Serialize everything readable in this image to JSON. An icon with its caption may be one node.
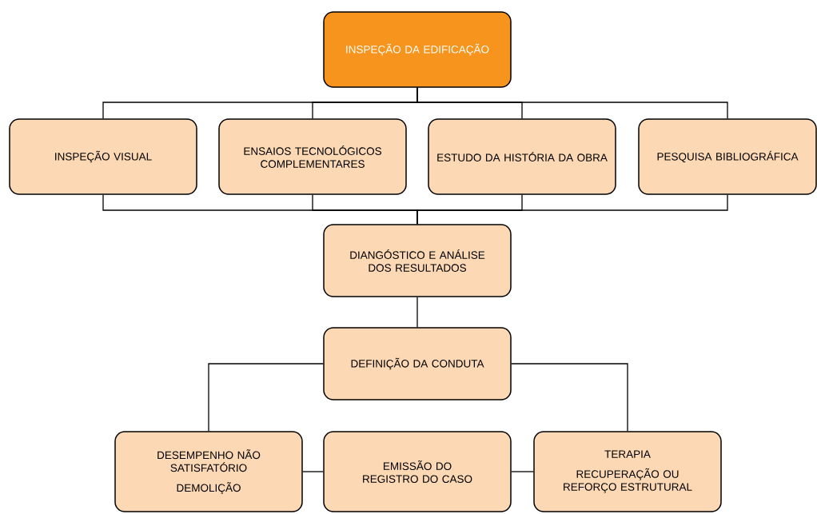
{
  "diagram": {
    "nodes": [
      {
        "text": [
          "INSPEÇÃO DA EDIFICAÇÃO"
        ]
      },
      {
        "text": [
          "INSPEÇÃO VISUAL"
        ]
      },
      {
        "text": [
          "ENSAIOS TECNOLÓGICOS COMPLEMENTARES"
        ]
      },
      {
        "text": [
          "ESTUDO DA HISTÓRIA DA OBRA"
        ]
      },
      {
        "text": [
          "PESQUISA BIBLIOGRÁFICA"
        ]
      },
      {
        "text": [
          "DIANGÓSTICO E ANÁLISE DOS RESULTADOS"
        ]
      },
      {
        "text": [
          "DEFINIÇÃO DA CONDUTA"
        ]
      },
      {
        "text": [
          "DESEMPENHO NÃO SATISFATÓRIO",
          "DEMOLIÇÃO"
        ]
      },
      {
        "text": [
          "EMISSÃO DO REGISTRO DO CASO"
        ]
      },
      {
        "text": [
          "TERAPIA",
          "RECUPERAÇÃO OU REFORÇO ESTRUTURAL"
        ]
      }
    ],
    "edges": [
      {
        "from": 0,
        "to": 1,
        "arrow": "none"
      },
      {
        "from": 0,
        "to": 2,
        "arrow": "none"
      },
      {
        "from": 0,
        "to": 3,
        "arrow": "none"
      },
      {
        "from": 0,
        "to": 4,
        "arrow": "none"
      },
      {
        "from": 1,
        "to": 5,
        "arrow": "none"
      },
      {
        "from": 2,
        "to": 5,
        "arrow": "none"
      },
      {
        "from": 3,
        "to": 5,
        "arrow": "none"
      },
      {
        "from": 4,
        "to": 5,
        "arrow": "none"
      },
      {
        "from": 5,
        "to": 6,
        "arrow": "none"
      },
      {
        "from": 6,
        "to": 7,
        "arrow": "none"
      },
      {
        "from": 6,
        "to": 9,
        "arrow": "none"
      },
      {
        "from": 7,
        "to": 8,
        "arrow": "none"
      },
      {
        "from": 8,
        "to": 9,
        "arrow": "none"
      }
    ]
  }
}
